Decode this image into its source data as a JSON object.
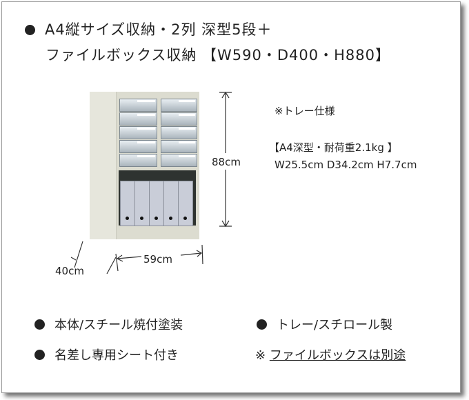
{
  "title": {
    "line1": "A4縦サイズ収納・2列 深型5段＋",
    "line2": "ファイルボックス収納 【W590・D400・H880】"
  },
  "dimensions": {
    "height": "88cm",
    "width": "59cm",
    "depth": "40cm"
  },
  "tray_spec": {
    "heading": "※トレー仕様",
    "type": "【A4深型・耐荷重2.1kg 】",
    "size": "W25.5cm D34.2cm H7.7cm"
  },
  "features": {
    "body": "本体/スチール焼付塗装",
    "tray": "トレー/スチロール製",
    "nameplate": "名差し専用シート付き",
    "note_mark": "※",
    "note": "ファイルボックスは別途"
  },
  "counts": {
    "drawer_rows": 5,
    "drawer_columns": 2,
    "file_boxes": 5
  }
}
